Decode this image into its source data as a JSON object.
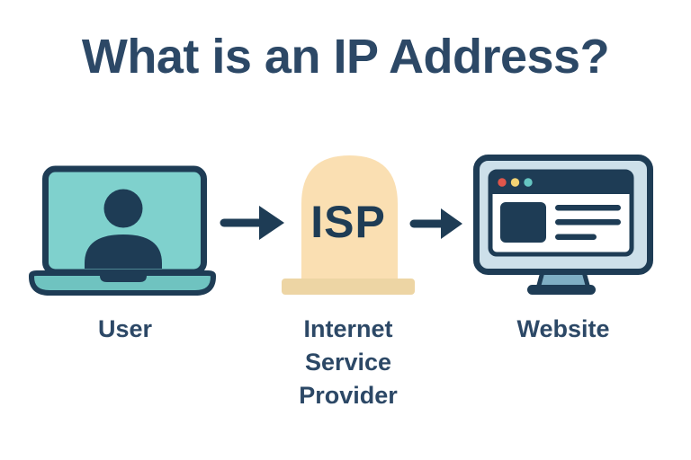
{
  "title": "What is an IP Address?",
  "diagram": {
    "nodes": [
      {
        "label": "User",
        "icon": "laptop-user-icon"
      },
      {
        "label": "Internet Service Provider",
        "icon": "isp-box-icon",
        "badge": "ISP"
      },
      {
        "label": "Website",
        "icon": "browser-monitor-icon"
      }
    ],
    "arrows": [
      {
        "from": "User",
        "to": "Internet Service Provider"
      },
      {
        "from": "Internet Service Provider",
        "to": "Website"
      }
    ]
  },
  "colors": {
    "background": "#FFFFFF",
    "navy": "#1E3C55",
    "text-navy": "#2C4866",
    "teal-screen": "#7FD1CD",
    "teal-base": "#6FC3C0",
    "cream": "#FADFB2",
    "cream-dark": "#EDD5A4",
    "frame-blue": "#CDE0EA",
    "stand-blue": "#7FAEC4",
    "dot-red": "#E0564B",
    "dot-yellow": "#F3D374",
    "dot-teal": "#66C6C2"
  }
}
